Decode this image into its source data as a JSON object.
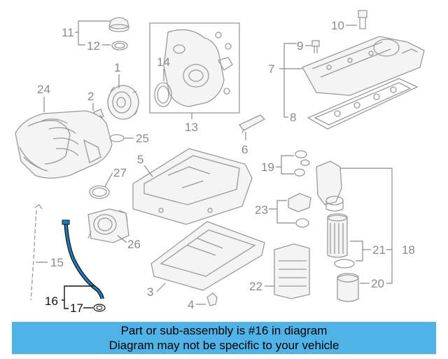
{
  "callouts": {
    "c1": "1",
    "c2": "2",
    "c3": "3",
    "c4": "4",
    "c5": "5",
    "c6": "6",
    "c7": "7",
    "c8": "8",
    "c9": "9",
    "c10": "10",
    "c11": "11",
    "c12": "12",
    "c13": "13",
    "c14": "14",
    "c15": "15",
    "c16": "16",
    "c17": "17",
    "c18": "18",
    "c19": "19",
    "c20": "20",
    "c21": "21",
    "c22": "22",
    "c23": "23",
    "c24": "24",
    "c25": "25",
    "c26": "26",
    "c27": "27"
  },
  "highlight": {
    "part": "16",
    "color": "#1e7fc0"
  },
  "banner": {
    "line1": "Part or sub-assembly is #16 in diagram",
    "line2": "Diagram may not be specific to your vehicle",
    "background": "#4fb3e8"
  }
}
